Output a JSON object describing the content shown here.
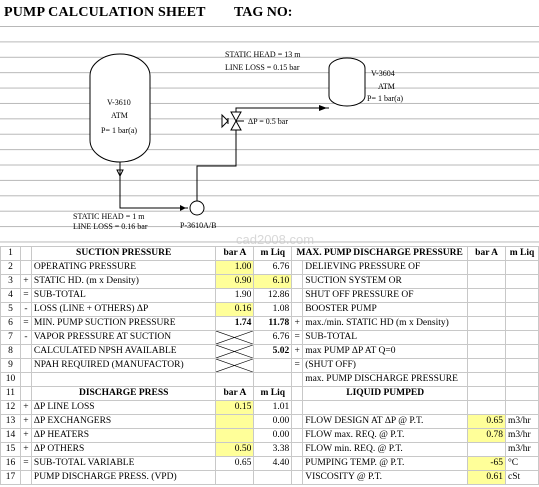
{
  "header": {
    "title": "PUMP CALCULATION SHEET",
    "tag_label": "TAG NO:"
  },
  "drawing": {
    "vessel_left": {
      "tag": "V-3610",
      "atm": "ATM",
      "pressure": "P= 1 bar(a)"
    },
    "vessel_right": {
      "tag": "V-3604",
      "atm": "ATM",
      "pressure": "P= 1 bar(a)"
    },
    "discharge_static": "STATIC HEAD = 13 m",
    "discharge_loss": "LINE LOSS = 0.15 bar",
    "control_dp": "ΔP = 0.5 bar",
    "suction_static": "STATIC HEAD = 1 m",
    "suction_loss": "LINE LOSS = 0.16 bar",
    "pump_tag": "P-3610A/B"
  },
  "watermark": "cad2008.com",
  "table": {
    "header": {
      "rn": "1",
      "suction": "SUCTION PRESSURE",
      "bar_a": "bar A",
      "m_liq": "m Liq",
      "discharge": "MAX. PUMP DISCHARGE PRESSURE",
      "bar_a2": "bar A",
      "m_liq2": "m Liq"
    },
    "rows": [
      {
        "rn": "2",
        "op1": "",
        "l1": "OPERATING PRESSURE",
        "v1": "1.00",
        "m1": "6.76",
        "op2": "",
        "l2": "DELIEVING PRESSURE OF"
      },
      {
        "rn": "3",
        "op1": "+",
        "l1": "STATIC HD. (m x Density)",
        "v1": "0.90",
        "m1": "6.10",
        "op2": "",
        "l2": "SUCTION SYSTEM OR"
      },
      {
        "rn": "4",
        "op1": "=",
        "l1": "SUB-TOTAL",
        "v1": "1.90",
        "m1": "12.86",
        "op2": "",
        "l2": "SHUT OFF PRESSURE OF"
      },
      {
        "rn": "5",
        "op1": "-",
        "l1": "LOSS (LINE + OTHERS) ΔP",
        "v1": "0.16",
        "m1": "1.08",
        "op2": "",
        "l2": "BOOSTER PUMP"
      },
      {
        "rn": "6",
        "op1": "=",
        "l1": "MIN. PUMP SUCTION PRESSURE",
        "v1": "1.74",
        "m1": "11.78",
        "op2": "+",
        "l2": "max./min. STATIC HD (m x Density)"
      },
      {
        "rn": "7",
        "op1": "-",
        "l1": "VAPOR PRESSURE AT SUCTION",
        "v1": "",
        "m1": "6.76",
        "op2": "=",
        "l2": "SUB-TOTAL"
      },
      {
        "rn": "8",
        "op1": "",
        "l1": "CALCULATED NPSH AVAILABLE",
        "v1": "",
        "m1": "5.02",
        "op2": "+",
        "l2": "max PUMP ΔP AT Q=0"
      },
      {
        "rn": "9",
        "op1": "",
        "l1": "NPAH REQUIRED (MANUFACTOR)",
        "v1": "",
        "m1": "",
        "op2": "=",
        "l2": "(SHUT OFF)"
      },
      {
        "rn": "10",
        "op1": "",
        "l1": "",
        "v1": "",
        "m1": "",
        "op2": "",
        "l2": "max. PUMP DISCHARGE PRESSURE"
      },
      {
        "rn": "11",
        "op1": "",
        "l1": "DISCHARGE PRESS",
        "v1": "bar A",
        "m1": "m Liq",
        "op2": "",
        "l2": "LIQUID PUMPED"
      },
      {
        "rn": "12",
        "op1": "+",
        "l1": "ΔP LINE LOSS",
        "v1": "0.15",
        "m1": "1.01",
        "op2": "",
        "l2": "",
        "v2": "",
        "u2": ""
      },
      {
        "rn": "13",
        "op1": "+",
        "l1": "ΔP EXCHANGERS",
        "v1": "",
        "m1": "0.00",
        "op2": "",
        "l2": "FLOW DESIGN AT ΔP @ P.T.",
        "v2": "0.65",
        "u2": "m3/hr"
      },
      {
        "rn": "14",
        "op1": "+",
        "l1": "ΔP HEATERS",
        "v1": "",
        "m1": "0.00",
        "op2": "",
        "l2": "FLOW max. REQ. @ P.T.",
        "v2": "0.78",
        "u2": "m3/hr"
      },
      {
        "rn": "15",
        "op1": "+",
        "l1": "ΔP OTHERS",
        "v1": "0.50",
        "m1": "3.38",
        "op2": "",
        "l2": "FLOW min. REQ. @ P.T.",
        "v2": "",
        "u2": "m3/hr"
      },
      {
        "rn": "16",
        "op1": "=",
        "l1": "SUB-TOTAL VARIABLE",
        "v1": "0.65",
        "m1": "4.40",
        "op2": "",
        "l2": "PUMPING TEMP. @ P.T.",
        "v2": "-65",
        "u2": "°C"
      },
      {
        "rn": "17",
        "op1": "",
        "l1": "PUMP DISCHARGE PRESS. (VPD)",
        "v1": "",
        "m1": "",
        "op2": "",
        "l2": "VISCOSITY @ P.T.",
        "v2": "0.61",
        "u2": "cSt"
      }
    ]
  },
  "colors": {
    "input_fill": "#ffff99",
    "grid": "#c8c8c8"
  }
}
